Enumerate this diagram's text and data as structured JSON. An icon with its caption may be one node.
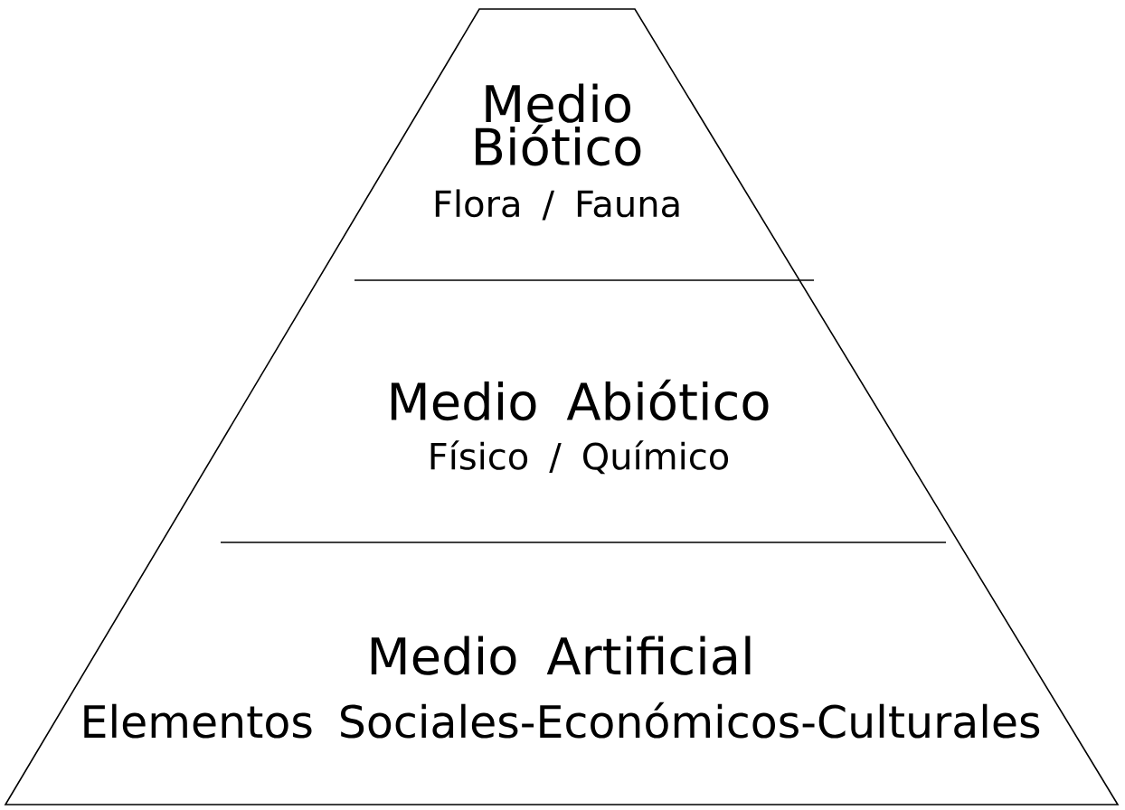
{
  "diagram": {
    "nodes": [
      {
        "text": [
          "Medio Biótico",
          "Flora / Fauna"
        ]
      },
      {
        "text": [
          "Medio Abiótico",
          "Físico / Químico"
        ]
      },
      {
        "text": [
          "Medio Artificial",
          "Elementos Sociales-Económicos-Culturales"
        ]
      }
    ]
  }
}
